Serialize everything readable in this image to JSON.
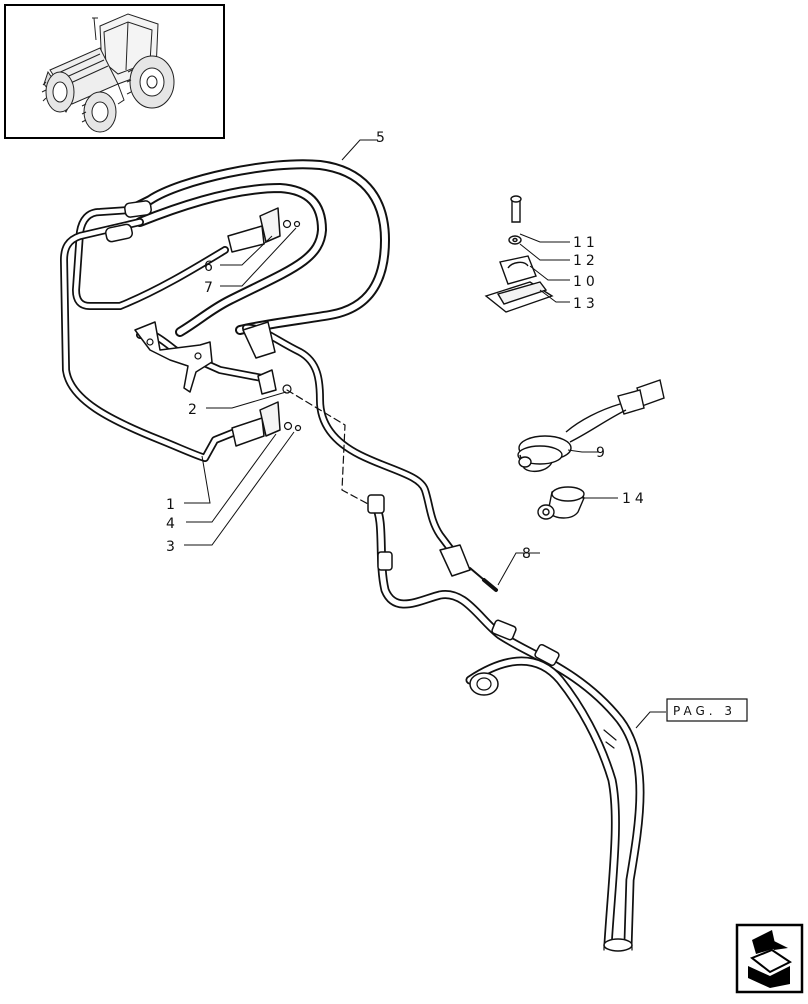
{
  "callouts": [
    {
      "id": "1",
      "label": "1"
    },
    {
      "id": "2",
      "label": "2"
    },
    {
      "id": "3",
      "label": "3"
    },
    {
      "id": "4",
      "label": "4"
    },
    {
      "id": "5",
      "label": "5"
    },
    {
      "id": "6",
      "label": "6"
    },
    {
      "id": "7",
      "label": "7"
    },
    {
      "id": "8",
      "label": "8"
    },
    {
      "id": "9",
      "label": "9"
    },
    {
      "id": "10",
      "label": "10"
    },
    {
      "id": "11",
      "label": "11"
    },
    {
      "id": "12",
      "label": "12"
    },
    {
      "id": "13",
      "label": "13"
    },
    {
      "id": "14",
      "label": "14"
    }
  ],
  "page_reference": {
    "label": "PAG. 3"
  },
  "thumbnail": {
    "icon": "tractor-icon"
  },
  "nav": {
    "icon": "next-page-arrow-icon"
  }
}
